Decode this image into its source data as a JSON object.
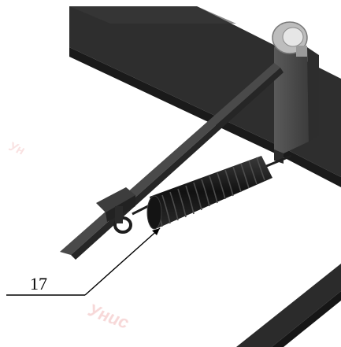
{
  "callout": {
    "label": "17",
    "target": "spring"
  },
  "colors": {
    "frame_dark": "#2b2b2b",
    "frame_mid": "#3a3a3a",
    "spring": "#1c1c1c",
    "bracket": "#4a4a4a",
    "bolt": "#cfcfcf",
    "watermark": "#f2c9c9",
    "leader_line": "#000000"
  },
  "watermark": {
    "kind": "logo",
    "text": "Унис"
  }
}
